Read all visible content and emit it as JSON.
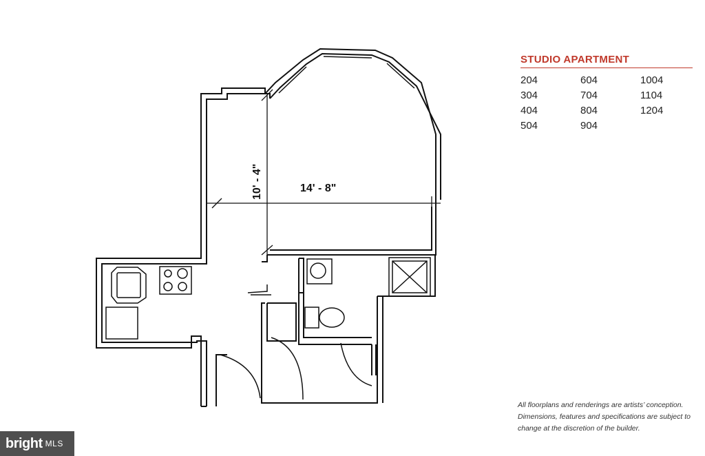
{
  "plan": {
    "dim_width": "14' - 8\"",
    "dim_depth": "10' - 4\""
  },
  "legend": {
    "title": "STUDIO APARTMENT",
    "title_color": "#c0392b",
    "units": [
      "204",
      "604",
      "1004",
      "304",
      "704",
      "1104",
      "404",
      "804",
      "1204",
      "504",
      "904"
    ]
  },
  "disclaimer": [
    "All floorplans and renderings are artists’ conception.",
    "Dimensions, features and specifications are subject to",
    "change at the discretion of the builder."
  ],
  "watermark": {
    "brand": "bright",
    "suffix": "MLS"
  }
}
